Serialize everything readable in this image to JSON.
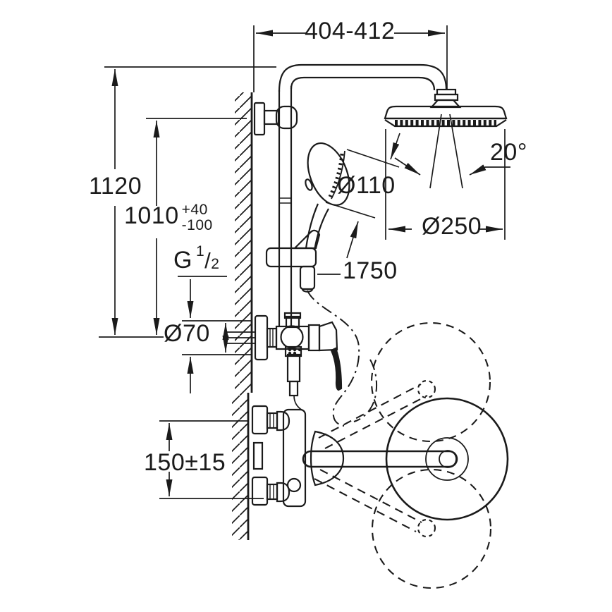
{
  "title": "Shower system installation dimensional drawing",
  "dimensions": {
    "top_width": "404-412",
    "total_height": "1120",
    "riser_height": "1010",
    "riser_tol_plus": "+40",
    "riser_tol_minus": "-100",
    "thread_letter": "G",
    "thread_numerator": "1",
    "thread_slash": "/",
    "thread_denominator": "2",
    "escutcheon_diameter": "Ø70",
    "union_spacing": "150±15",
    "handshower_diameter": "Ø110",
    "hose_length": "1750",
    "spray_angle": "20°",
    "headshower_diameter": "Ø250"
  },
  "colors": {
    "line": "#1b1b1b",
    "background": "#ffffff"
  }
}
